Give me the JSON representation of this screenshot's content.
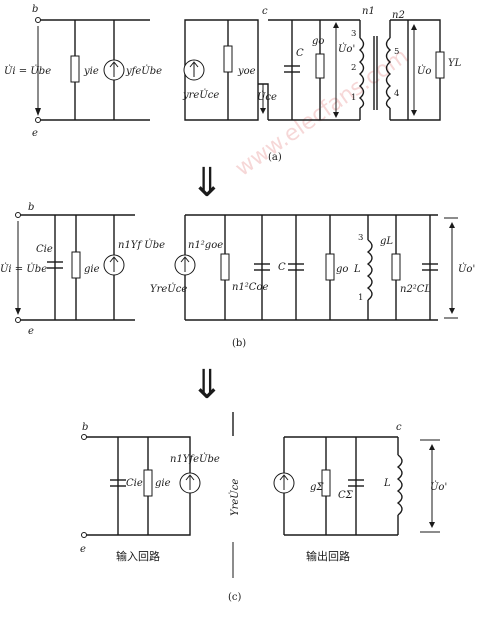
{
  "watermark": "www.elecfans.com",
  "panel_a": {
    "caption": "(a)",
    "node_b": "b",
    "node_e": "e",
    "node_c": "c",
    "v_input": "U̇i = U̇be",
    "y_ie": "yie",
    "src_fwd": "yfeU̇be",
    "src_rev": "yreU̇ce",
    "y_oe": "yoe",
    "cap_C": "C",
    "g_o": "go",
    "u_o_prime": "U̇o'",
    "u_ce": "U̇ce",
    "tap_3": "3",
    "tap_2": "2",
    "tap_1": "1",
    "tap_5": "5",
    "tap_4": "4",
    "n1": "n1",
    "n2": "n2",
    "u_o": "U̇o",
    "y_L": "YL"
  },
  "panel_b": {
    "caption": "(b)",
    "node_b": "b",
    "node_e": "e",
    "v_input": "U̇i = U̇be",
    "c_ie": "Cie",
    "g_ie": "gie",
    "src_fwd": "n1Yf U̇be",
    "g_oe_ref": "n1²goe",
    "src_rev": "YreU̇ce",
    "c_oe_ref": "n1²Coe",
    "cap_C": "C",
    "g_o": "go",
    "ind_L": "L",
    "tap_3": "3",
    "tap_1": "1",
    "g_L": "gL",
    "c_L_ref": "n2²CL",
    "u_o_prime": "U̇o'"
  },
  "panel_c": {
    "caption": "(c)",
    "node_b": "b",
    "node_e": "e",
    "node_c": "c",
    "c_ie": "Cie",
    "g_ie": "gie",
    "src_fwd": "n1YfeU̇be",
    "src_rev": "YreU̇ce",
    "g_sigma": "gΣ",
    "c_sigma": "CΣ",
    "ind_L": "L",
    "u_o_prime": "U̇o'",
    "label_input": "输入回路",
    "label_output": "输出回路"
  },
  "arrows": {
    "glyph": "⇓"
  }
}
